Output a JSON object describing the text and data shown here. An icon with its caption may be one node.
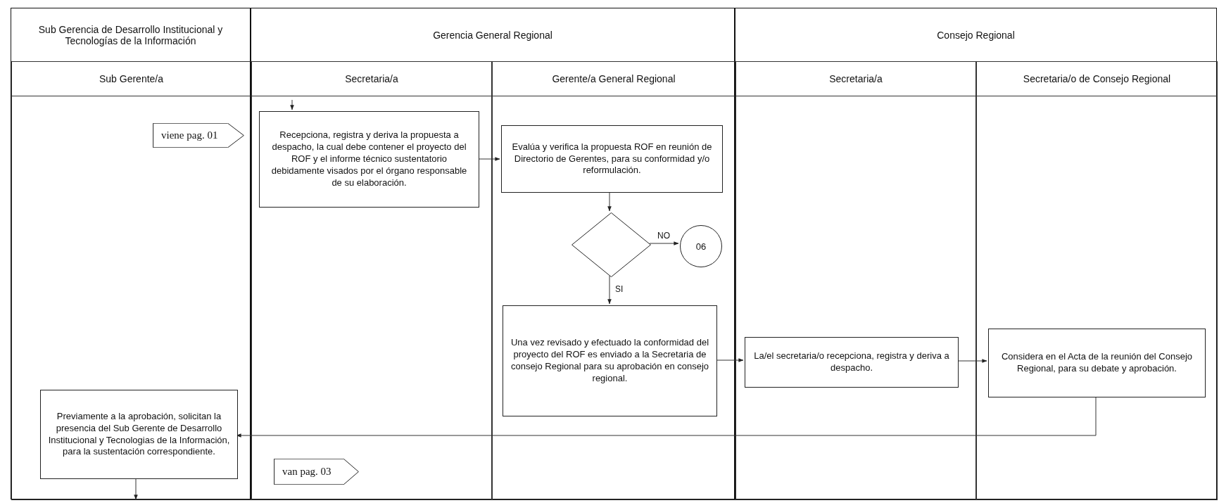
{
  "diagram": {
    "nodes": [
      {
        "text": [
          "Sub Gerencia de Desarrollo Institucional y Tecnologías de la Información"
        ]
      },
      {
        "text": [
          "Sub Gerente/a"
        ],
        "in": 0
      },
      {
        "text": [
          "Gerencia General Regional"
        ]
      },
      {
        "text": [
          "Secretaria/a"
        ],
        "in": 2
      },
      {
        "text": [
          "Gerente/a General Regional"
        ],
        "in": 2
      },
      {
        "text": [
          "Consejo Regional"
        ]
      },
      {
        "text": [
          "Secretaria/a"
        ],
        "in": 5
      },
      {
        "text": [
          "Secretaria/o de Consejo Regional"
        ],
        "in": 5
      },
      {
        "text": [
          "viene pag. 01"
        ],
        "in": 1
      },
      {
        "text": [
          "Recepciona, registra y deriva la propuesta a despacho, la cual debe contener el proyecto del ROF y el informe técnico sustentatorio debidamente visados por el órgano responsable de su elaboración."
        ],
        "in": 3
      },
      {
        "text": [
          "Evalúa y verifica  la propuesta ROF en reunión de Directorio de Gerentes, para su conformidad y/o reformulación."
        ],
        "in": 4
      },
      {
        "text": [],
        "shape": "diamond",
        "in": 4
      },
      {
        "text": [
          "06"
        ],
        "in": 4
      },
      {
        "text": [
          "Una vez revisado y efectuado la conformidad del proyecto del ROF es enviado a la Secretaria de consejo Regional para su aprobación en consejo regional."
        ],
        "in": 4
      },
      {
        "text": [
          "La/el secretaria/o recepciona, registra y deriva a despacho."
        ],
        "in": 6
      },
      {
        "text": [
          "Considera en el Acta de la reunión del Consejo Regional, para su debate y aprobación."
        ],
        "in": 7
      },
      {
        "text": [
          "Previamente a la aprobación, solicitan la presencia del Sub Gerente de Desarrollo Institucional y Tecnologias de la Información, para la sustentación correspondiente."
        ],
        "in": 1
      },
      {
        "text": [
          "van pag. 03"
        ],
        "in": 3
      }
    ],
    "edges": [
      {
        "from": null,
        "to": 9,
        "arrow": "to"
      },
      {
        "from": 9,
        "to": 10,
        "arrow": "to"
      },
      {
        "from": 10,
        "to": 11,
        "arrow": "to"
      },
      {
        "from": 11,
        "to": 12,
        "arrow": "to",
        "label": "NO"
      },
      {
        "from": 11,
        "to": 13,
        "arrow": "to",
        "label": "SI"
      },
      {
        "from": 13,
        "to": 14,
        "arrow": "to"
      },
      {
        "from": 14,
        "to": 15,
        "arrow": "to"
      },
      {
        "from": 15,
        "to": 16,
        "arrow": "to"
      },
      {
        "from": 16,
        "to": null,
        "arrow": "to"
      }
    ]
  }
}
